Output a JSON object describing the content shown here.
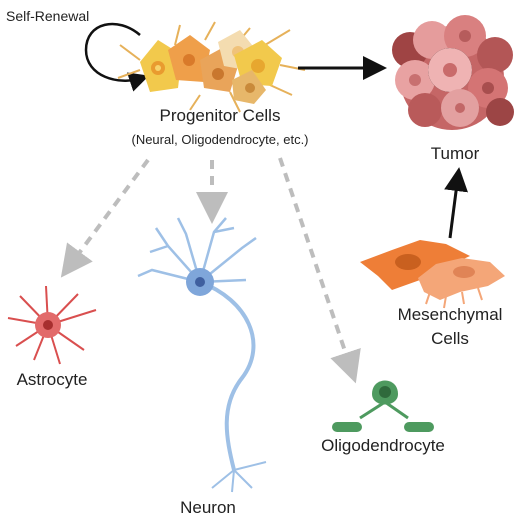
{
  "labels": {
    "self_renewal": "Self-Renewal",
    "progenitor_title": "Progenitor Cells",
    "progenitor_subtitle": "(Neural, Oligodendrocyte, etc.)",
    "tumor": "Tumor",
    "mesenchymal_line1": "Mesenchymal",
    "mesenchymal_line2": "Cells",
    "astrocyte": "Astrocyte",
    "oligodendrocyte": "Oligodendrocyte",
    "neuron": "Neuron"
  },
  "colors": {
    "progenitor_yellow": "#f2c94c",
    "progenitor_orange": "#ef9f4a",
    "progenitor_cream": "#f4dcb0",
    "tumor": "#d97b7b",
    "mesenchymal": "#ee7e37",
    "astrocyte": "#d94f4f",
    "neuron": "#9ec0e6",
    "oligodendrocyte": "#4e9a5f",
    "dashed_arrow": "#bdbdbd",
    "solid_arrow": "#111111"
  }
}
